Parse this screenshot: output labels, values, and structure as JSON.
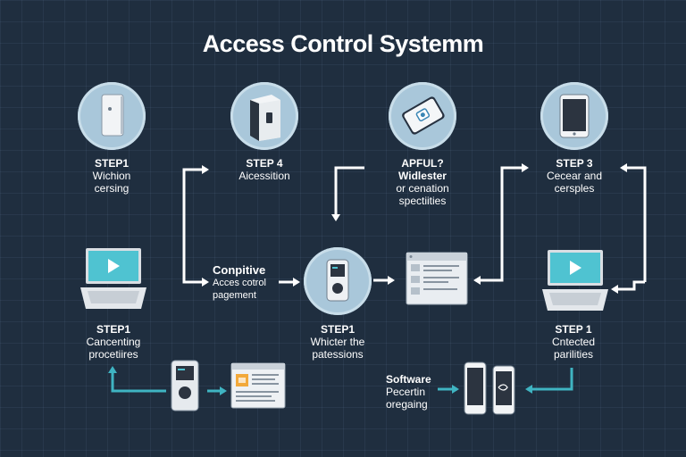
{
  "title": "Access Control Systemm",
  "colors": {
    "background": "#1f2e3f",
    "connector_white": "#ffffff",
    "connector_teal": "#3fb4c2",
    "circle_fill": "#a9c7da",
    "screen_cyan": "#4fc3d1"
  },
  "nodes": {
    "step1_top": {
      "head": "STEP1",
      "line1": "Wichion",
      "line2": "cersing",
      "icon": "card-reader-icon"
    },
    "step4_top": {
      "head": "STEP 4",
      "line1": "Aicessition",
      "icon": "server-box-icon"
    },
    "apful": {
      "head": "APFUL?",
      "line1": "Widlester",
      "line2": "or cenation",
      "line3": "spectiities",
      "icon": "keycard-icon"
    },
    "step3_top": {
      "head": "STEP 3",
      "line1": "Cecear and",
      "line2": "cersples",
      "icon": "tablet-icon"
    },
    "compitive": {
      "head": "Conpitive",
      "line1": "Acces cotrol",
      "line2": "pagement"
    },
    "step1_mid_left": {
      "head": "STEP1",
      "line1": "Cancenting",
      "line2": "procetiires",
      "icon": "laptop-icon"
    },
    "step1_mid_center": {
      "head": "STEP1",
      "line1": "Whicter the",
      "line2": "patessions",
      "icon": "reader-terminal-icon"
    },
    "step1_mid_right": {
      "head": "STEP 1",
      "line1": "Cntected",
      "line2": "parilities",
      "icon": "laptop-icon"
    },
    "software": {
      "head": "Software",
      "line1": "Pecertin",
      "line2": "oregaing",
      "icon": "phones-icon"
    }
  }
}
